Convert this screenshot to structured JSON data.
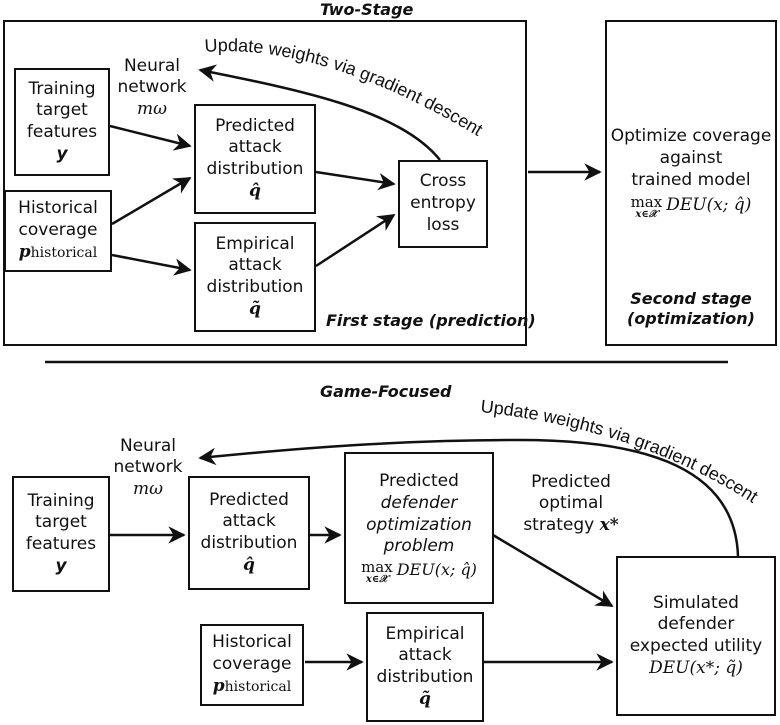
{
  "two_stage": {
    "title": "Two-Stage",
    "update_arc": "Update weights via gradient descent",
    "neural_network": {
      "line1": "Neural",
      "line2": "network",
      "symbol": "mω"
    },
    "training_box": {
      "line1": "Training",
      "line2": "target",
      "line3": "features",
      "symbol": "y"
    },
    "historical_box": {
      "line1": "Historical",
      "line2": "coverage",
      "symbol": "p",
      "subscript": "historical"
    },
    "predicted_box": {
      "line1": "Predicted",
      "line2": "attack",
      "line3": "distribution",
      "symbol": "q̂"
    },
    "empirical_box": {
      "line1": "Empirical",
      "line2": "attack",
      "line3": "distribution",
      "symbol": "q̃"
    },
    "cross_entropy_box": {
      "line1": "Cross",
      "line2": "entropy",
      "line3": "loss"
    },
    "first_stage_label": "First stage (prediction)",
    "second_stage": {
      "line1": "Optimize coverage",
      "line2": "against",
      "line3": "trained model",
      "formula": "DEU(x; q̂)",
      "max": "max",
      "max_sub": "x∈𝒳",
      "label1": "Second stage",
      "label2": "(optimization)"
    }
  },
  "game_focused": {
    "title": "Game-Focused",
    "update_arc": "Update weights via gradient descent",
    "neural_network": {
      "line1": "Neural",
      "line2": "network",
      "symbol": "mω"
    },
    "training_box": {
      "line1": "Training",
      "line2": "target",
      "line3": "features",
      "symbol": "y"
    },
    "predicted_box": {
      "line1": "Predicted",
      "line2": "attack",
      "line3": "distribution",
      "symbol": "q̂"
    },
    "defender_box": {
      "line1": "Predicted",
      "line2": "defender",
      "line3": "optimization",
      "line4": "problem",
      "formula": "DEU(x; q̂)",
      "max": "max",
      "max_sub": "x∈𝒳"
    },
    "optimal_label": {
      "line1": "Predicted",
      "line2": "optimal",
      "line3": "strategy",
      "symbol": "x*"
    },
    "historical_box": {
      "line1": "Historical",
      "line2": "coverage",
      "symbol": "p",
      "subscript": "historical"
    },
    "empirical_box": {
      "line1": "Empirical",
      "line2": "attack",
      "line3": "distribution",
      "symbol": "q̃"
    },
    "simulated_box": {
      "line1": "Simulated",
      "line2": "defender",
      "line3": "expected utility",
      "formula": "DEU(x*; q̃)"
    }
  }
}
